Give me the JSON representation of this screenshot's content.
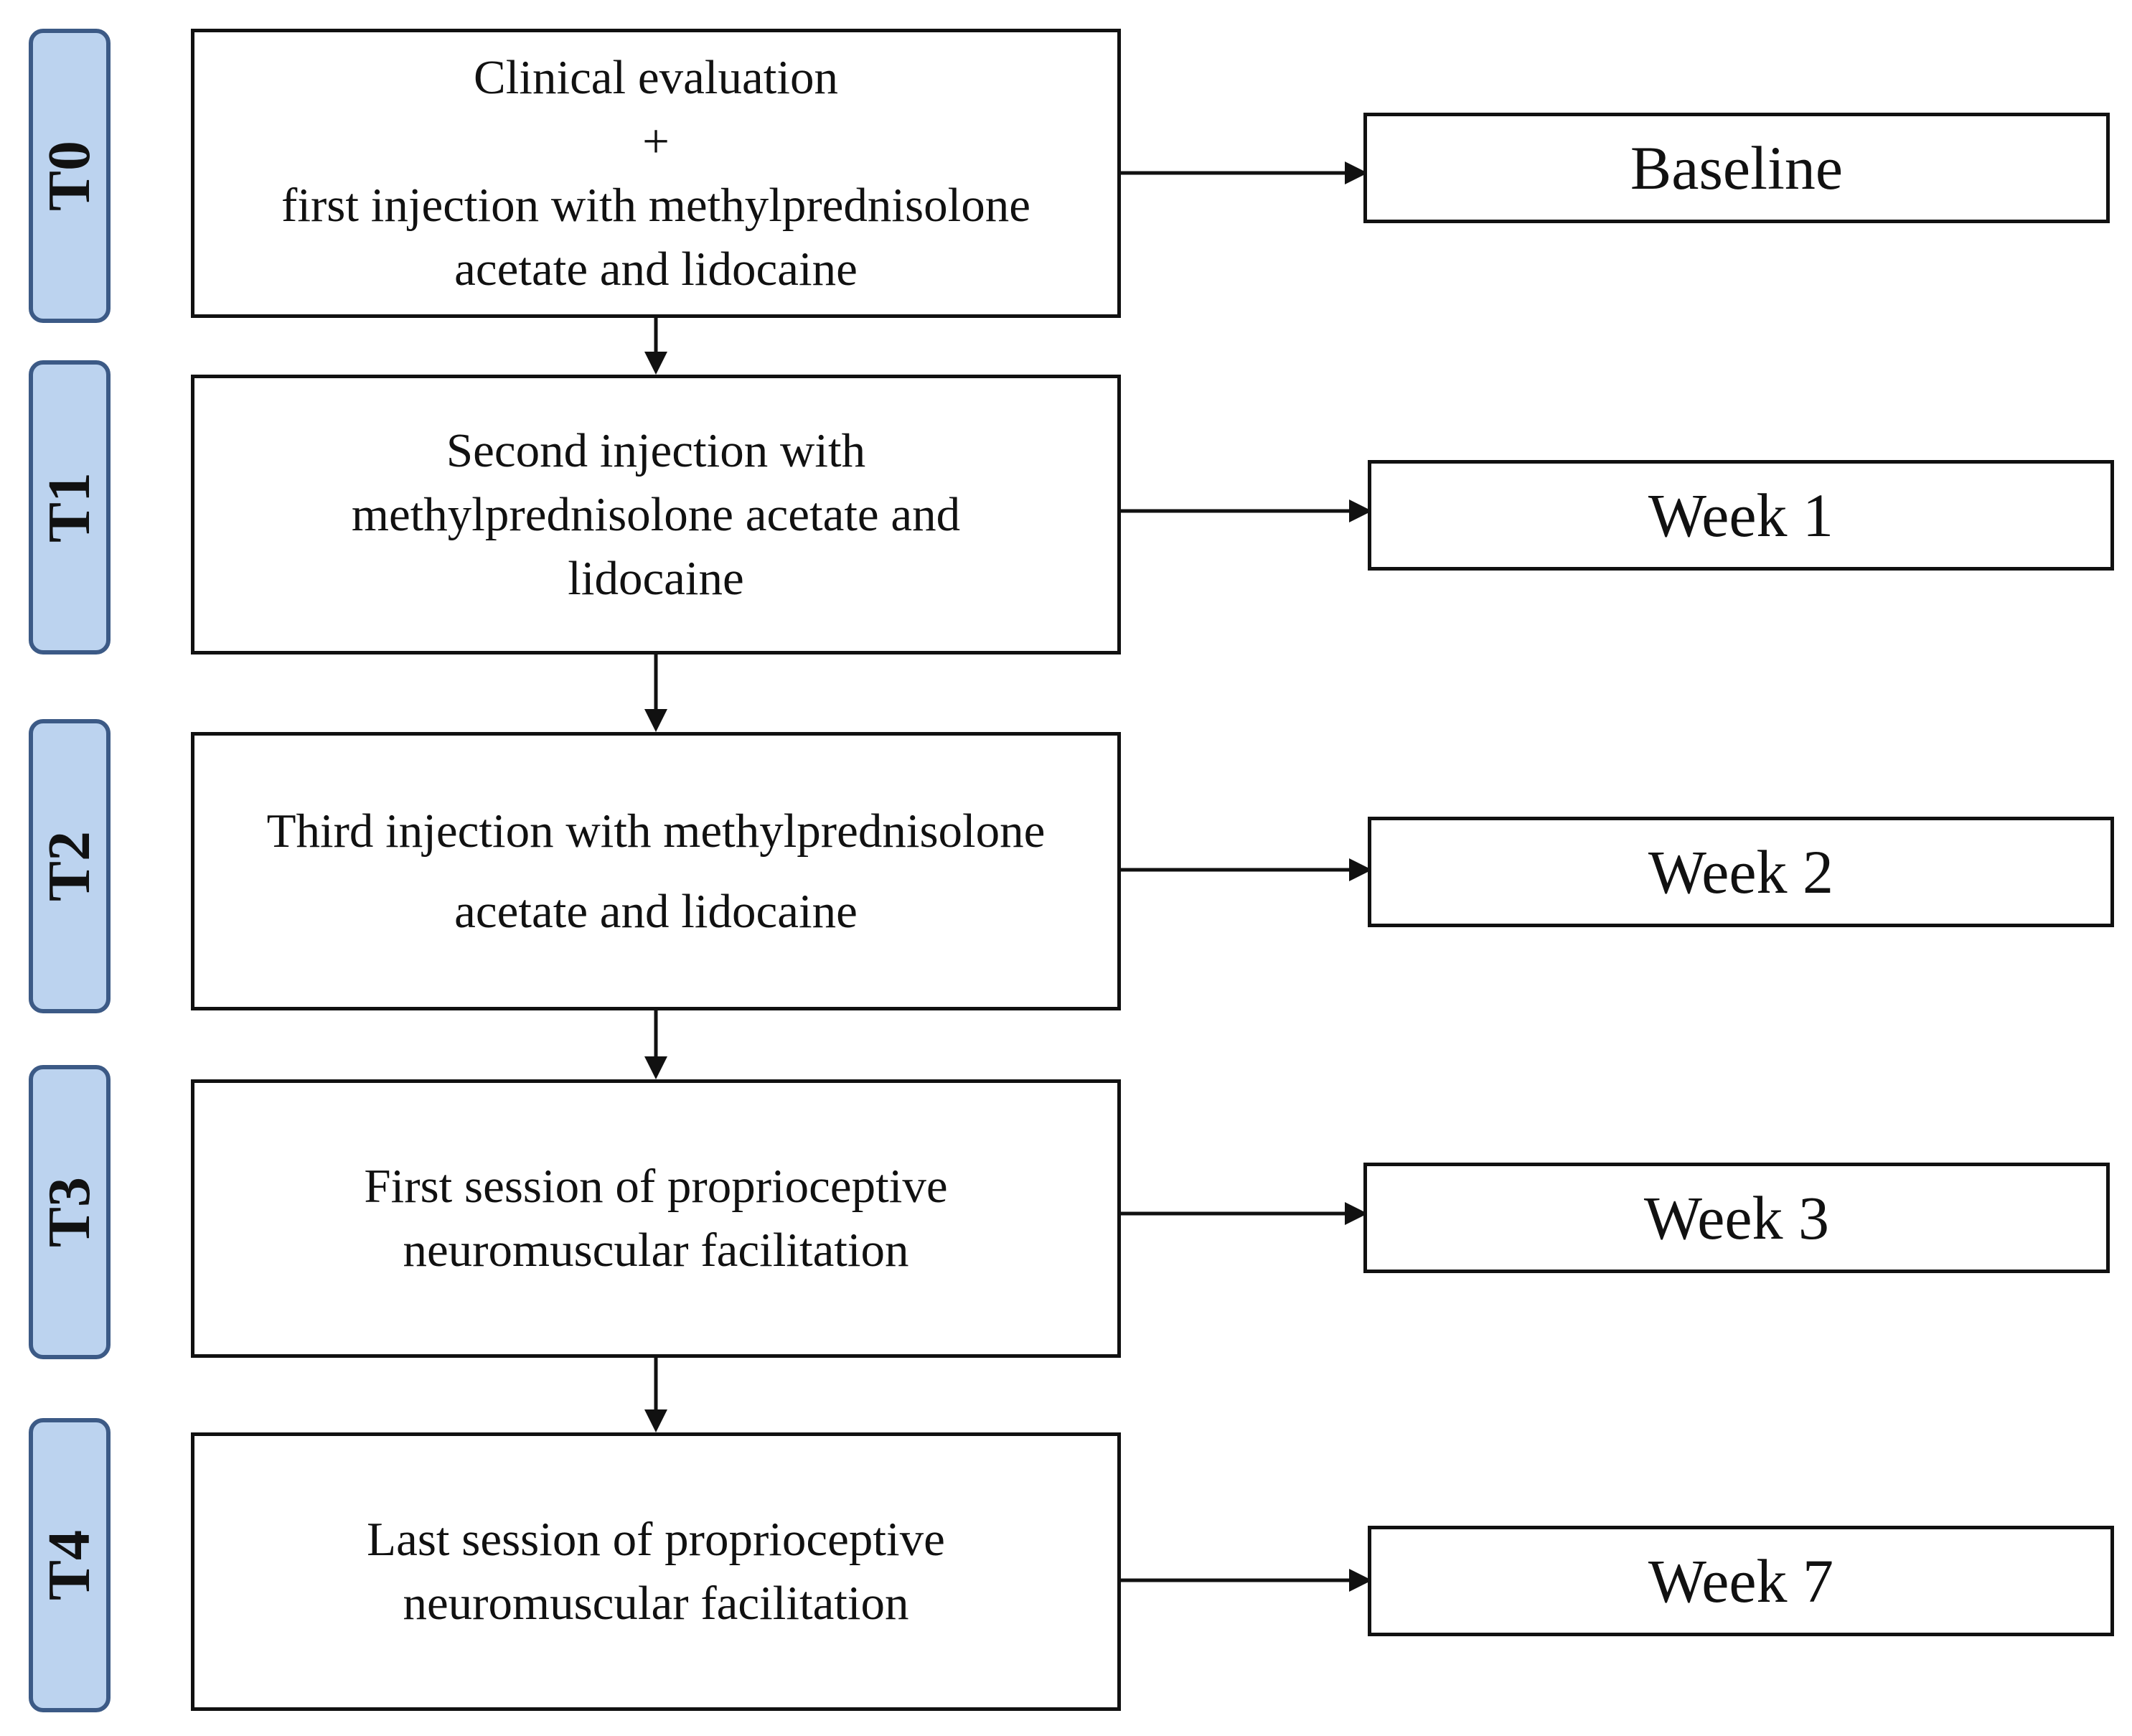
{
  "timeline": [
    {
      "phase": "T0",
      "step_lines": [
        "Clinical evaluation",
        "+",
        "first injection with methylprednisolone",
        "acetate and lidocaine"
      ],
      "outcome": "Baseline"
    },
    {
      "phase": "T1",
      "step_lines": [
        "Second injection with",
        "methylprednisolone acetate and",
        "lidocaine"
      ],
      "outcome": "Week 1"
    },
    {
      "phase": "T2",
      "step_lines": [
        "Third injection with methylprednisolone",
        "acetate and lidocaine"
      ],
      "outcome": "Week 2"
    },
    {
      "phase": "T3",
      "step_lines": [
        "First session of proprioceptive",
        "neuromuscular facilitation"
      ],
      "outcome": "Week 3"
    },
    {
      "phase": "T4",
      "step_lines": [
        "Last session of proprioceptive",
        "neuromuscular facilitation"
      ],
      "outcome": "Week 7"
    }
  ],
  "colors": {
    "phase_tab_fill": "#bcd3ef",
    "phase_tab_border": "#3c5a86",
    "box_border": "#111111",
    "arrow": "#111111"
  }
}
